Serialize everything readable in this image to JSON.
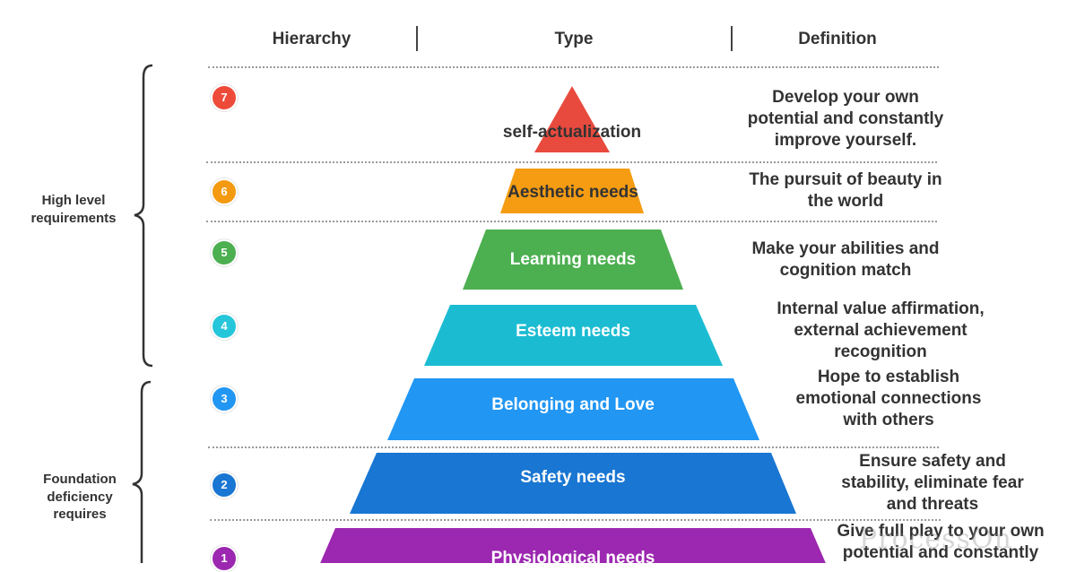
{
  "header": {
    "hierarchy": "Hierarchy",
    "type": "Type",
    "definition": "Definition"
  },
  "groups": {
    "high": "High level requirements",
    "foundation": "Foundation deficiency requires"
  },
  "levels": [
    {
      "number": "7",
      "type": "self-actualization",
      "definition": "Develop your own potential and constantly improve yourself.",
      "color": "#e84a3e",
      "badge_color": "#ee4a3a",
      "text_color": "#333333"
    },
    {
      "number": "6",
      "type": "Aesthetic needs",
      "definition": "The pursuit of beauty in the world",
      "color": "#f59c12",
      "badge_color": "#f39a11",
      "text_color": "#333333"
    },
    {
      "number": "5",
      "type": "Learning needs",
      "definition": "Make your abilities and cognition match",
      "color": "#4caf50",
      "badge_color": "#4caf50",
      "text_color": "#ffffff"
    },
    {
      "number": "4",
      "type": "Esteem needs",
      "definition": "Internal value affirmation, external achievement recognition",
      "color": "#1bbcd2",
      "badge_color": "#26c6da",
      "text_color": "#ffffff"
    },
    {
      "number": "3",
      "type": "Belonging and Love",
      "definition": "Hope to establish emotional connections with others",
      "color": "#2196f3",
      "badge_color": "#2196f3",
      "text_color": "#ffffff"
    },
    {
      "number": "2",
      "type": "Safety needs",
      "definition": "Ensure safety and stability, eliminate fear and threats",
      "color": "#1976d2",
      "badge_color": "#1976d2",
      "text_color": "#ffffff"
    },
    {
      "number": "1",
      "type": "Physiological needs",
      "definition": "Give full play to your own potential and constantly",
      "color": "#9c27b0",
      "badge_color": "#9c27b0",
      "text_color": "#ffffff"
    }
  ],
  "watermark": "ProcessOn"
}
